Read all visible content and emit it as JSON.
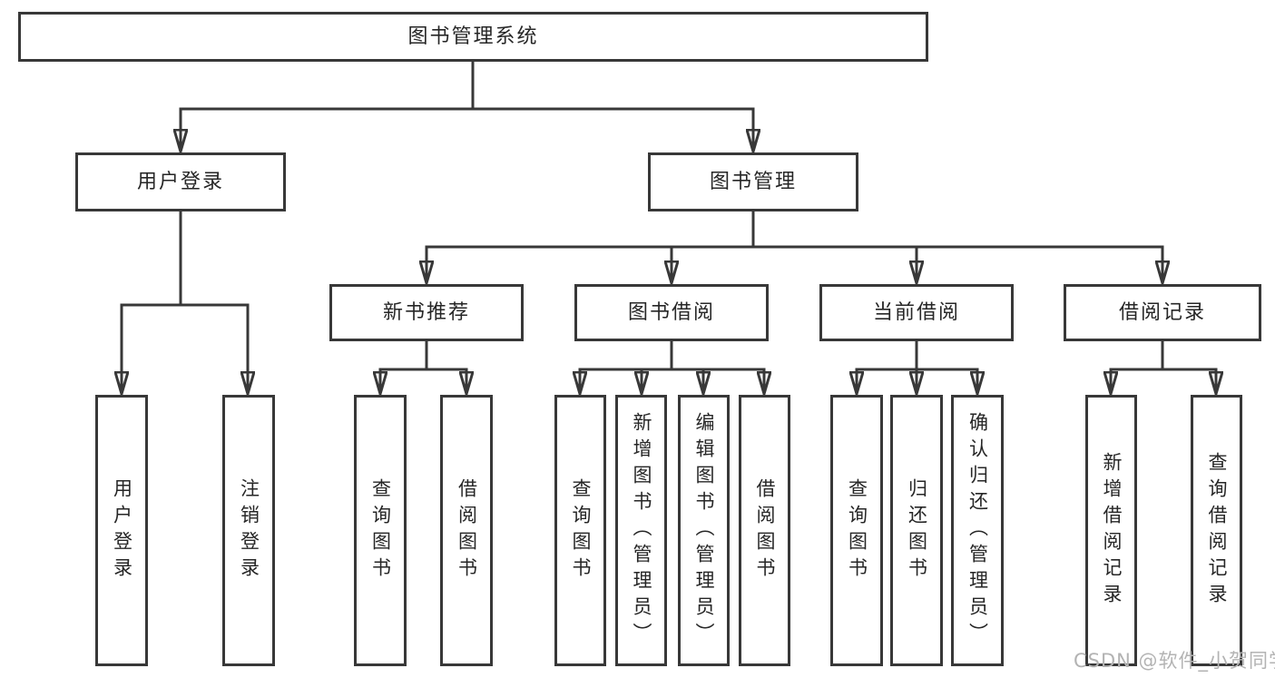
{
  "page": {
    "background": "#ffffff"
  },
  "colors": {
    "line": "#383838",
    "box_border": "#383838",
    "text": "#262626",
    "watermark": "#b3b3b3"
  },
  "nodes": {
    "root": {
      "label": "图书管理系统"
    },
    "user_login": {
      "label": "用户登录"
    },
    "book_mgmt": {
      "label": "图书管理"
    },
    "user_login_leaf": {
      "label": "用户登录"
    },
    "logout_leaf": {
      "label": "注销登录"
    },
    "new_book_rec": {
      "label": "新书推荐"
    },
    "book_borrow": {
      "label": "图书借阅"
    },
    "current_borrow": {
      "label": "当前借阅"
    },
    "borrow_records": {
      "label": "借阅记录"
    },
    "nbr_query_book": {
      "label": "查询图书"
    },
    "nbr_borrow_book": {
      "label": "借阅图书"
    },
    "bb_query_book": {
      "label": "查询图书"
    },
    "bb_add_book": {
      "label": "新增图书（管理员）"
    },
    "bb_edit_book": {
      "label": "编辑图书（管理员）"
    },
    "bb_borrow_book": {
      "label": "借阅图书"
    },
    "cb_query_book": {
      "label": "查询图书"
    },
    "cb_return_book": {
      "label": "归还图书"
    },
    "cb_confirm_return": {
      "label": "确认归还（管理员）"
    },
    "br_add_record": {
      "label": "新增借阅记录"
    },
    "br_query_record": {
      "label": "查询借阅记录"
    }
  },
  "hierarchy": [
    {
      "parent": "图书管理系统",
      "children": [
        "用户登录",
        "图书管理"
      ]
    },
    {
      "parent": "用户登录",
      "children": [
        "用户登录",
        "注销登录"
      ]
    },
    {
      "parent": "图书管理",
      "children": [
        "新书推荐",
        "图书借阅",
        "当前借阅",
        "借阅记录"
      ]
    },
    {
      "parent": "新书推荐",
      "children": [
        "查询图书",
        "借阅图书"
      ]
    },
    {
      "parent": "图书借阅",
      "children": [
        "查询图书",
        "新增图书（管理员）",
        "编辑图书（管理员）",
        "借阅图书"
      ]
    },
    {
      "parent": "当前借阅",
      "children": [
        "查询图书",
        "归还图书",
        "确认归还（管理员）"
      ]
    },
    {
      "parent": "借阅记录",
      "children": [
        "新增借阅记录",
        "查询借阅记录"
      ]
    }
  ],
  "watermark": {
    "text": "CSDN @软件_小贺同学"
  }
}
